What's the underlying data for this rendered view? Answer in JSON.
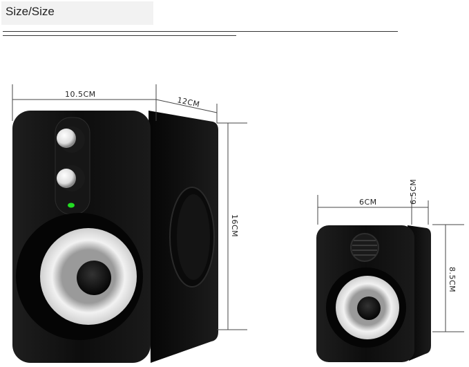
{
  "header": {
    "title": "Size/Size"
  },
  "dimensions": {
    "main_width": "10.5CM",
    "main_depth": "12CM",
    "main_height": "16CM",
    "small_width": "6CM",
    "small_depth": "6.5CM",
    "small_height": "8.5CM"
  },
  "colors": {
    "speaker_body": "#111111",
    "cone_white": "#e8e8e8",
    "led_green": "#22dd22"
  }
}
